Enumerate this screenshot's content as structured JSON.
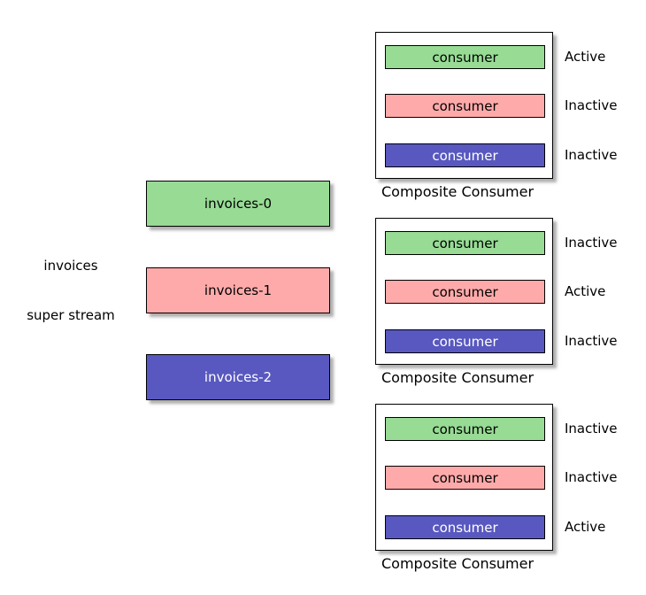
{
  "palette": {
    "green": "#97DB94",
    "pink": "#FFAAAA",
    "blue": "#5858C0",
    "border": "#000000",
    "background": "#FFFFFF",
    "text_dark": "#000000",
    "text_light": "#FFFFFF"
  },
  "super_stream": {
    "name": "invoices",
    "type_label": "super stream"
  },
  "partitions": [
    {
      "label": "invoices-0",
      "color": "green"
    },
    {
      "label": "invoices-1",
      "color": "pink"
    },
    {
      "label": "invoices-2",
      "color": "blue"
    }
  ],
  "composites": [
    {
      "title": "Composite Consumer",
      "consumers": [
        {
          "label": "consumer",
          "color": "green",
          "state": "Active"
        },
        {
          "label": "consumer",
          "color": "pink",
          "state": "Inactive"
        },
        {
          "label": "consumer",
          "color": "blue",
          "state": "Inactive"
        }
      ]
    },
    {
      "title": "Composite Consumer",
      "consumers": [
        {
          "label": "consumer",
          "color": "green",
          "state": "Inactive"
        },
        {
          "label": "consumer",
          "color": "pink",
          "state": "Active"
        },
        {
          "label": "consumer",
          "color": "blue",
          "state": "Inactive"
        }
      ]
    },
    {
      "title": "Composite Consumer",
      "consumers": [
        {
          "label": "consumer",
          "color": "green",
          "state": "Inactive"
        },
        {
          "label": "consumer",
          "color": "pink",
          "state": "Inactive"
        },
        {
          "label": "consumer",
          "color": "blue",
          "state": "Active"
        }
      ]
    }
  ]
}
